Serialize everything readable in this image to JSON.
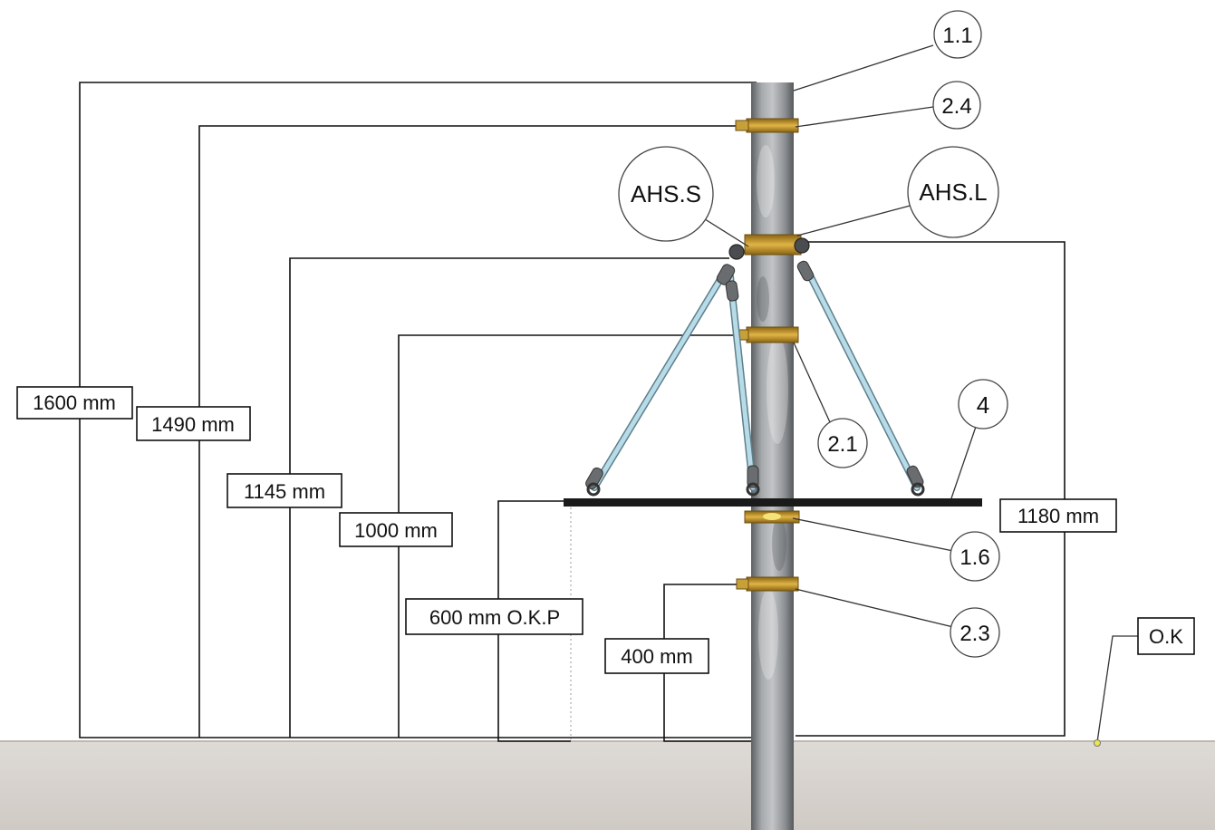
{
  "dimensions": {
    "d1600": "1600 mm",
    "d1490": "1490 mm",
    "d1145": "1145 mm",
    "d1000": "1000 mm",
    "d600": "600 mm O.K.P",
    "d400": "400 mm",
    "d1180": "1180 mm"
  },
  "callouts": {
    "c11": "1.1",
    "c24": "2.4",
    "ahss": "AHS.S",
    "ahsl": "AHS.L",
    "c4": "4",
    "c21": "2.1",
    "c16": "1.6",
    "c23": "2.3"
  },
  "ground_label": "O.K",
  "colors": {
    "pole": "#8a8d90",
    "clamp": "#c89a2c",
    "rod": "#a9c9d6",
    "plate": "#1a1a1a",
    "ground": "#d6d2cd",
    "ground_marker": "#e8e84a"
  }
}
